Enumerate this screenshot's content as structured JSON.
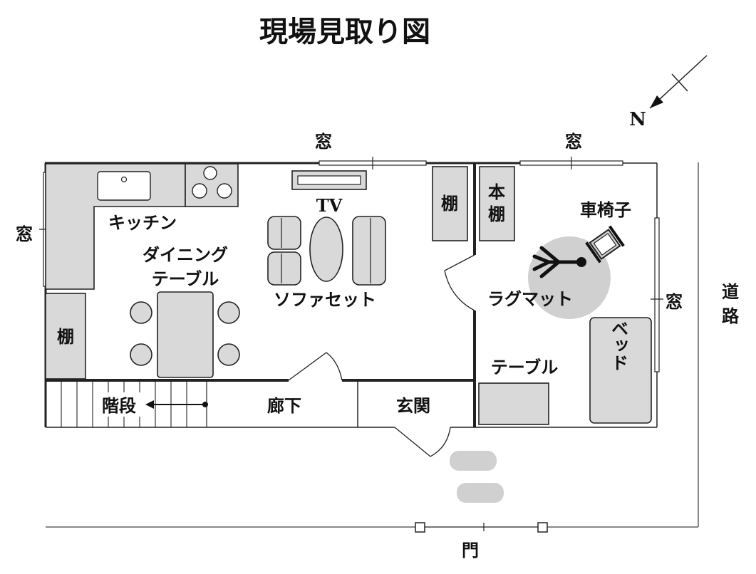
{
  "title": "現場見取り図",
  "compass": {
    "north": "N"
  },
  "labels": {
    "window_top_left": "窓",
    "window_top_right": "窓",
    "window_left": "窓",
    "window_right": "窓",
    "kitchen": "キッチン",
    "dining_table_line1": "ダイニング",
    "dining_table_line2": "テーブル",
    "tv": "TV",
    "sofa_set": "ソファセット",
    "shelf_left": "棚",
    "shelf_center": "棚",
    "bookshelf_line1": "本",
    "bookshelf_line2": "棚",
    "wheelchair": "車椅子",
    "rug_mat": "ラグマット",
    "table": "テーブル",
    "bed": "ベッド",
    "stairs": "階段",
    "hallway": "廊下",
    "entrance": "玄関",
    "road_1": "道",
    "road_2": "路",
    "gate": "門"
  }
}
